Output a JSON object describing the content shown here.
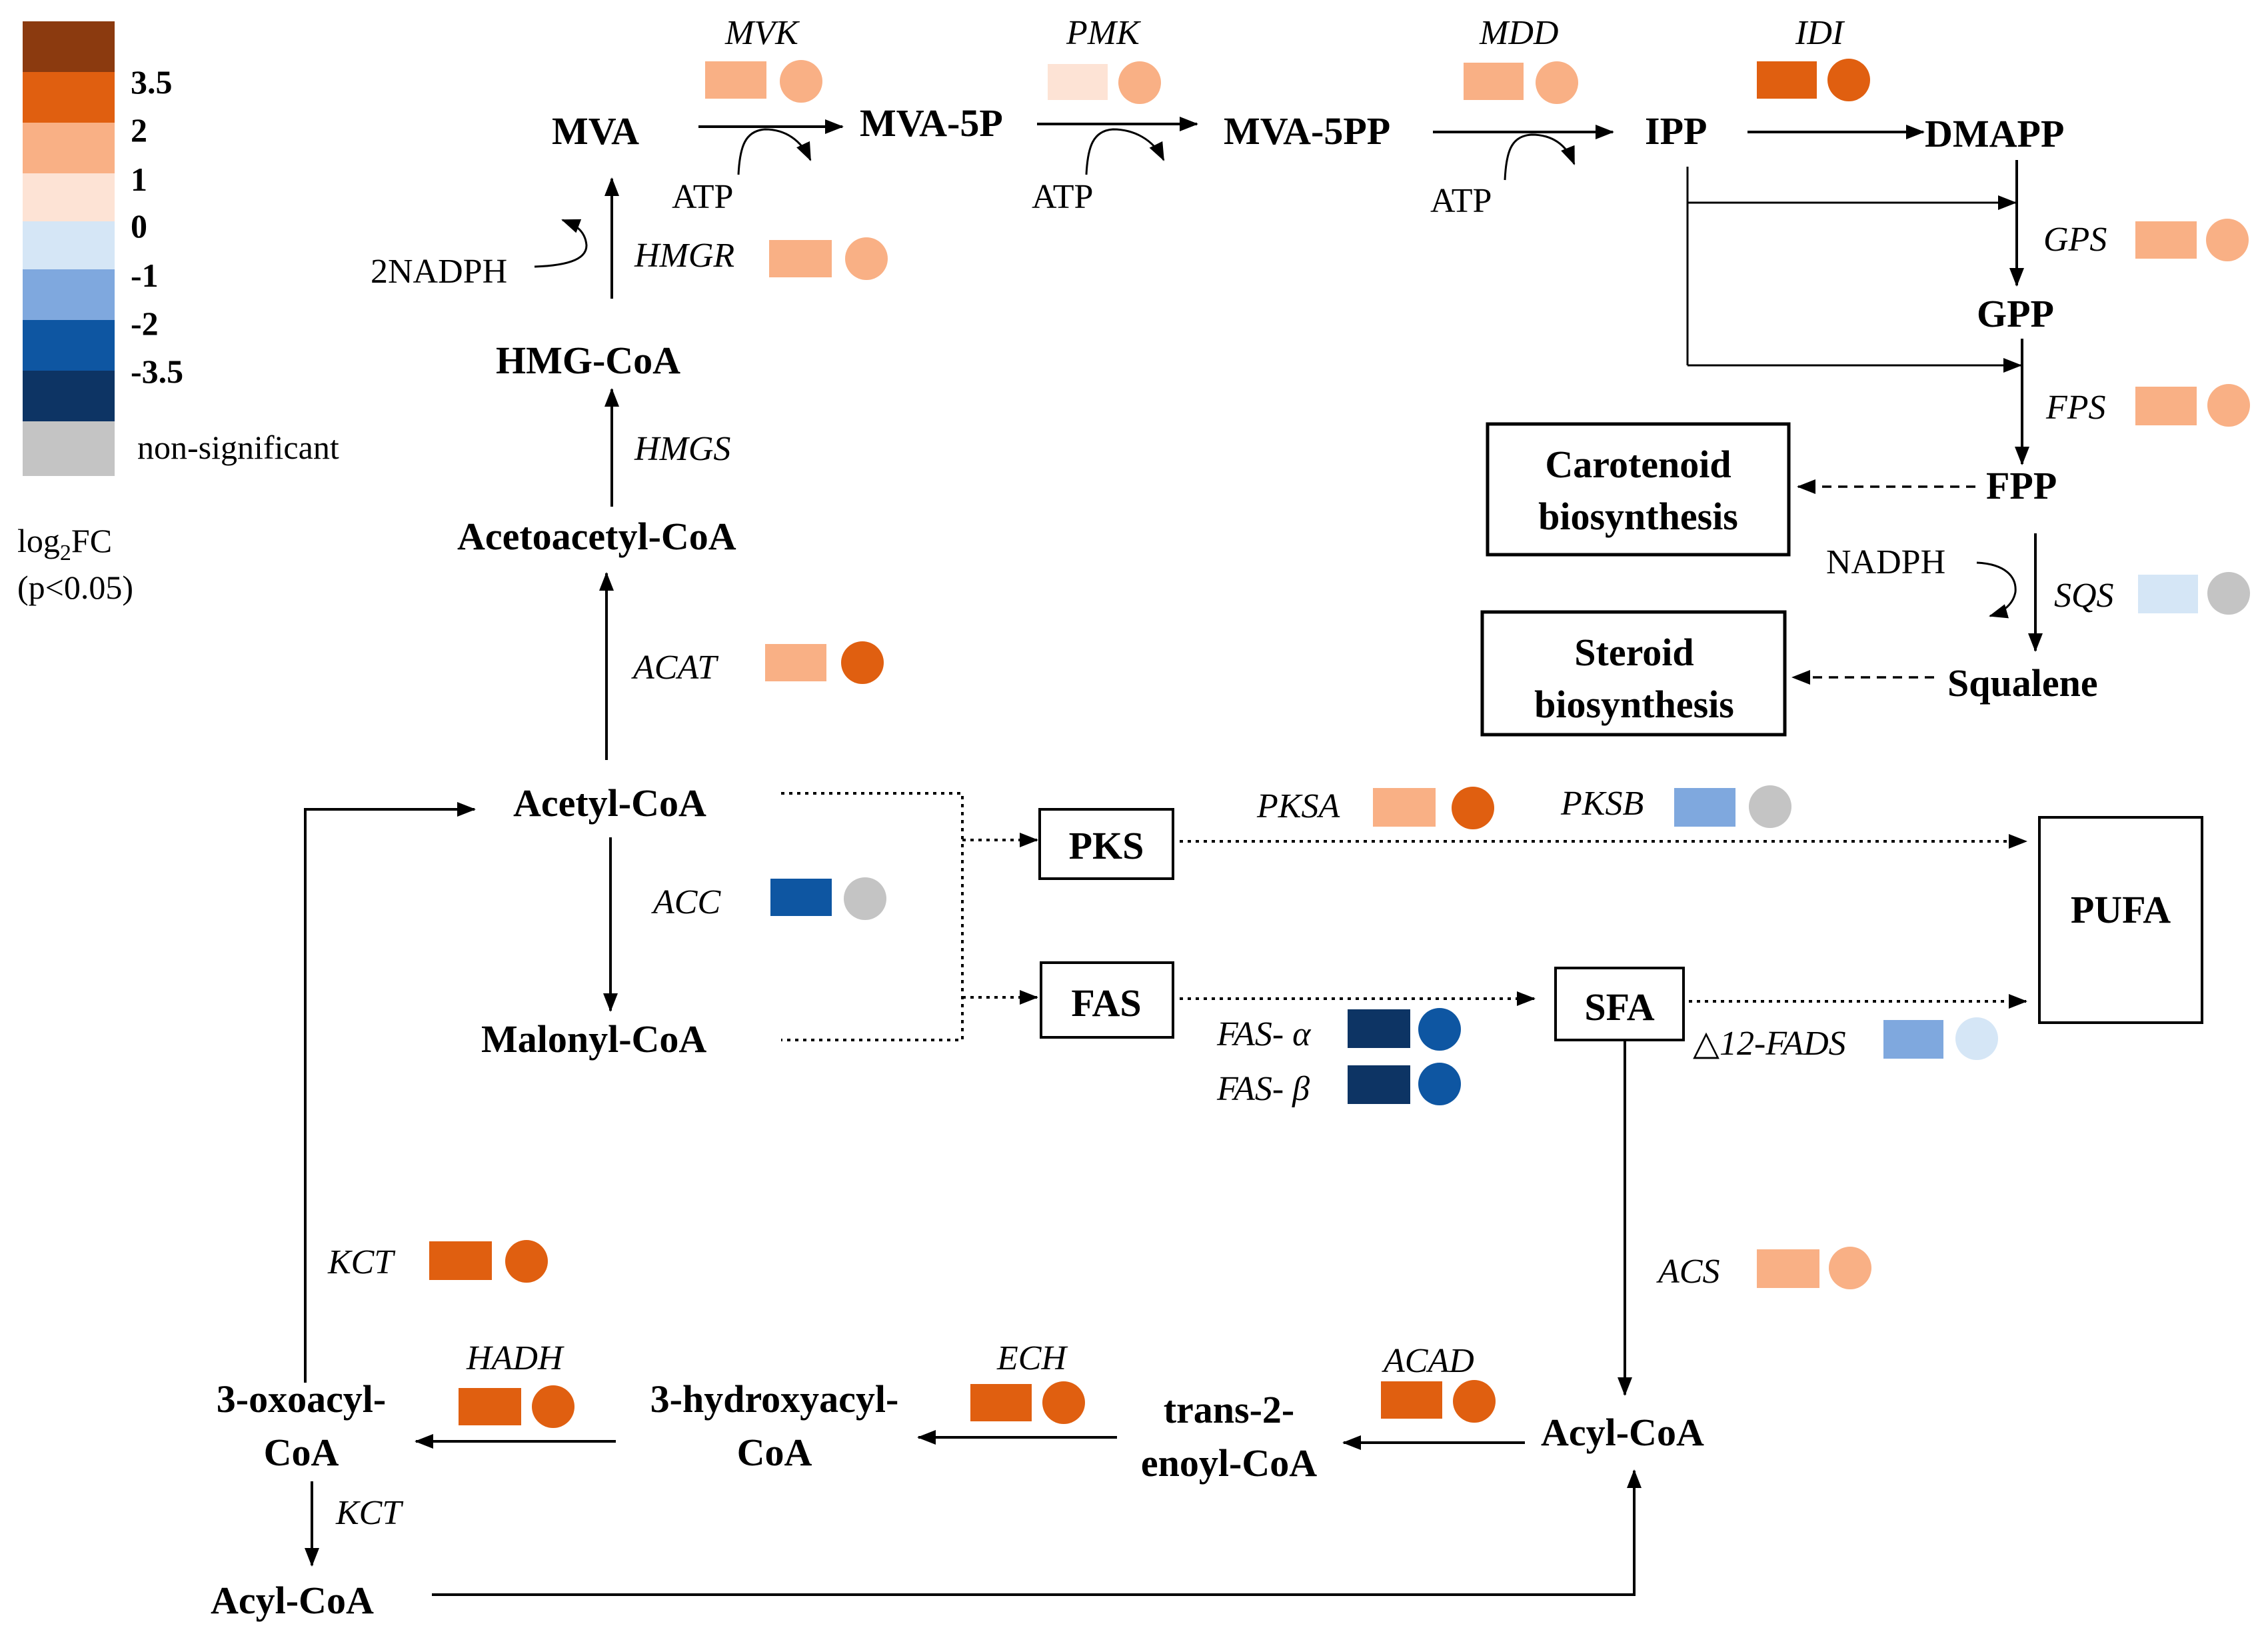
{
  "legend": {
    "title_main": "log",
    "title_sub": "2",
    "title_end": "FC",
    "title_line2": "(p<0.05)",
    "ticks": [
      "3.5",
      "2",
      "1",
      "0",
      "-1",
      "-2",
      "-3.5"
    ],
    "nonsig_label": "non-significant",
    "colors": [
      "#8b3a0f",
      "#e05f10",
      "#f9b085",
      "#fde3d5",
      "#d5e6f6",
      "#7fa8de",
      "#0e56a2",
      "#0d3464",
      "#c4c4c4"
    ]
  },
  "metabolites": {
    "mva": "MVA",
    "mva5p": "MVA-5P",
    "mva5pp": "MVA-5PP",
    "ipp": "IPP",
    "dmapp": "DMAPP",
    "gpp": "GPP",
    "fpp": "FPP",
    "squalene": "Squalene",
    "hmgcoa": "HMG-CoA",
    "acetoacetylcoa": "Acetoacetyl-CoA",
    "acetylcoa": "Acetyl-CoA",
    "malonylcoa": "Malonyl-CoA",
    "acylcoa_right": "Acyl-CoA",
    "acylcoa_bottom": "Acyl-CoA",
    "oxoacyl_l1": "3-oxoacyl-",
    "oxoacyl_l2": "CoA",
    "hydroxyacyl_l1": "3-hydroxyacyl-",
    "hydroxyacyl_l2": "CoA",
    "enoyl_l1": "trans-2-",
    "enoyl_l2": "enoyl-CoA"
  },
  "boxes": {
    "carotenoid_l1": "Carotenoid",
    "carotenoid_l2": "biosynthesis",
    "steroid_l1": "Steroid",
    "steroid_l2": "biosynthesis",
    "pks": "PKS",
    "fas": "FAS",
    "sfa": "SFA",
    "pufa": "PUFA"
  },
  "cofactors": {
    "atp1": "ATP",
    "atp2": "ATP",
    "atp3": "ATP",
    "nadph2": "2NADPH",
    "nadph": "NADPH"
  },
  "enzymes": {
    "mvk": {
      "label": "MVK",
      "rect": "#f9b085",
      "circle": "#f9b085"
    },
    "pmk": {
      "label": "PMK",
      "rect": "#fde3d5",
      "circle": "#f9b085"
    },
    "mdd": {
      "label": "MDD",
      "rect": "#f9b085",
      "circle": "#f9b085"
    },
    "idi": {
      "label": "IDI",
      "rect": "#e05f10",
      "circle": "#e05f10"
    },
    "hmgr": {
      "label": "HMGR",
      "rect": "#f9b085",
      "circle": "#f9b085"
    },
    "hmgs": {
      "label": "HMGS"
    },
    "gps": {
      "label": "GPS",
      "rect": "#f9b085",
      "circle": "#f9b085"
    },
    "fps": {
      "label": "FPS",
      "rect": "#f9b085",
      "circle": "#f9b085"
    },
    "sqs": {
      "label": "SQS",
      "rect": "#d5e6f6",
      "circle": "#c4c4c4"
    },
    "acat": {
      "label": "ACAT",
      "rect": "#f9b085",
      "circle": "#e05f10"
    },
    "acc": {
      "label": "ACC",
      "rect": "#0e56a2",
      "circle": "#c4c4c4"
    },
    "pksa": {
      "label": "PKSA",
      "rect": "#f9b085",
      "circle": "#e05f10"
    },
    "pksb": {
      "label": "PKSB",
      "rect": "#7fa8de",
      "circle": "#c4c4c4"
    },
    "fas_a": {
      "label": "FAS- α",
      "rect": "#0d3464",
      "circle": "#0e56a2"
    },
    "fas_b": {
      "label": "FAS- β",
      "rect": "#0d3464",
      "circle": "#0e56a2"
    },
    "fads": {
      "label": "△12-FADS",
      "rect": "#7fa8de",
      "circle": "#d5e6f6"
    },
    "acs": {
      "label": "ACS",
      "rect": "#f9b085",
      "circle": "#f9b085"
    },
    "kct_top": {
      "label": "KCT",
      "rect": "#e05f10",
      "circle": "#e05f10"
    },
    "hadh": {
      "label": "HADH",
      "rect": "#e05f10",
      "circle": "#e05f10"
    },
    "ech": {
      "label": "ECH",
      "rect": "#e05f10",
      "circle": "#e05f10"
    },
    "acad": {
      "label": "ACAD",
      "rect": "#e05f10",
      "circle": "#e05f10"
    },
    "kct_bottom": {
      "label": "KCT"
    }
  }
}
